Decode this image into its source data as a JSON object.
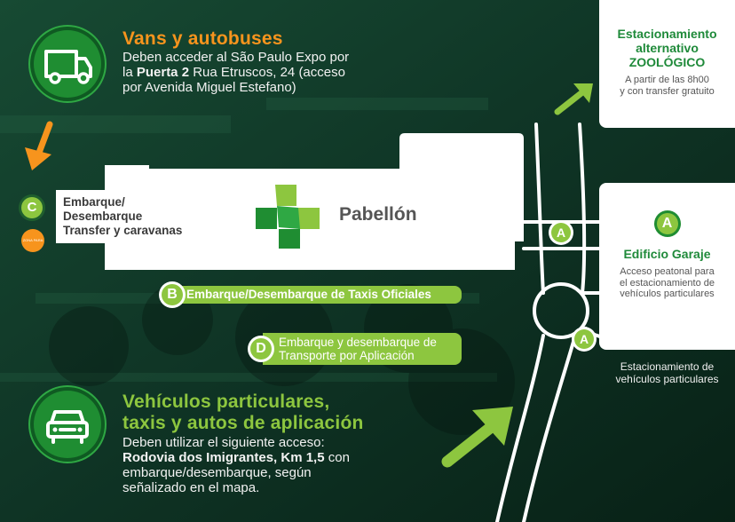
{
  "colors": {
    "accent": "#f7941d",
    "green": "#8dc63f",
    "dark_green": "#1f8a3a",
    "background": "#0c2b20"
  },
  "vans": {
    "title": "Vans y autobuses",
    "line1": "Deben acceder al São Paulo Expo por",
    "line2_prefix": "la ",
    "line2_bold": "Puerta 2",
    "line2_suffix": " Rua Etruscos, 24 (acceso",
    "line3": "por Avenida Miguel Estefano)",
    "icon": "van-icon"
  },
  "zoologico": {
    "line1": "Estacionamiento",
    "line2": "alternativo",
    "line3": "ZOOLÓGICO",
    "note1": "A partir de las 8h00",
    "note2": "y con transfer gratuito"
  },
  "embarque_c": {
    "badge": "C",
    "line1": "Embarque/",
    "line2": "Desembarque",
    "line3": "Transfer y caravanas",
    "logo_text": "ZONA PARA TRANSFER"
  },
  "pabellon": {
    "label": "Pabellón",
    "logo": "cross-logo-icon"
  },
  "taxis_b": {
    "badge": "B",
    "label": "Embarque/Desembarque de Taxis Oficiales"
  },
  "app_d": {
    "badge": "D",
    "line1": "Embarque y desembarque de",
    "line2": "Transporte por Aplicación"
  },
  "edificio": {
    "badge": "A",
    "title": "Edificio Garaje",
    "note1": "Acceso peatonal para",
    "note2": "el estacionamiento de",
    "note3": "vehículos particulares"
  },
  "road_badges": {
    "a1": "A",
    "a2": "A"
  },
  "estacionamiento_note": {
    "line1": "Estacionamiento de",
    "line2": "vehículos particulares"
  },
  "vehiculos": {
    "title1": "Vehículos particulares,",
    "title2": "taxis y autos de aplicación",
    "line1": "Deben utilizar el siguiente acceso:",
    "line2_bold": "Rodovia dos Imigrantes, Km 1,5",
    "line2_suffix": " con",
    "line3": "embarque/desembarque, según",
    "line4": "señalizado en el mapa.",
    "icon": "car-icon"
  }
}
